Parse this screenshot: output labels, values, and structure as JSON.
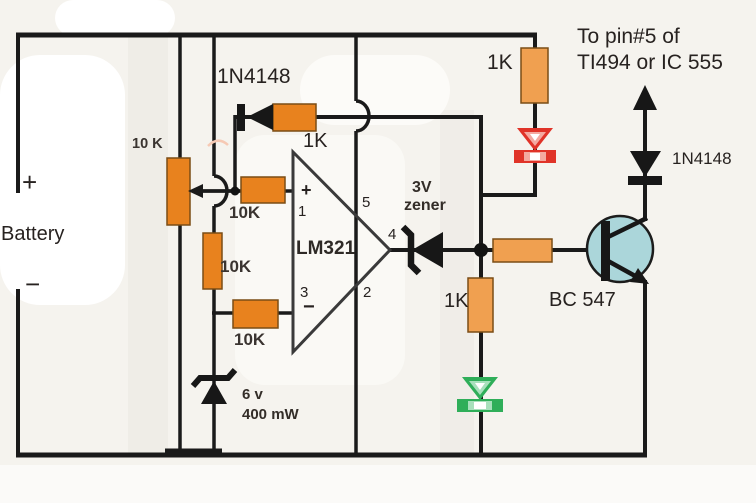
{
  "colors": {
    "wire": "#1a1a1a",
    "resistor_deep": "#e8821e",
    "resistor_light": "#f0a050",
    "resistor_border": "#7b4d15",
    "led_red": "#e03328",
    "led_red_inner": "#f4a9a0",
    "led_green": "#2fae59",
    "led_green_inner": "#a8e0bc",
    "transistor_body": "#abd6da",
    "text": "#272220",
    "paper": "#f5f3ee"
  },
  "battery": {
    "plus": "+",
    "label": "Battery",
    "minus": "−"
  },
  "labels": {
    "pot": "10 K",
    "fb_diode": "1N4148",
    "fb_res": "1K",
    "r_top": "10K",
    "r_mid": "10K",
    "r_bot": "10K",
    "zener6_v": "6 v",
    "zener6_p": "400 mW",
    "opamp": "LM321",
    "pin1": "1",
    "pin2": "2",
    "pin3": "3",
    "pin4": "4",
    "pin5": "5",
    "in_plus": "+",
    "in_minus": "−",
    "zener3_l1": "3V",
    "zener3_l2": "zener",
    "pullup_res": "1K",
    "sink_res": "1K",
    "transistor": "BC 547",
    "out_diode": "1N4148",
    "note_line1": "To pin#5 of",
    "note_line2": "TI494 or IC 555"
  }
}
